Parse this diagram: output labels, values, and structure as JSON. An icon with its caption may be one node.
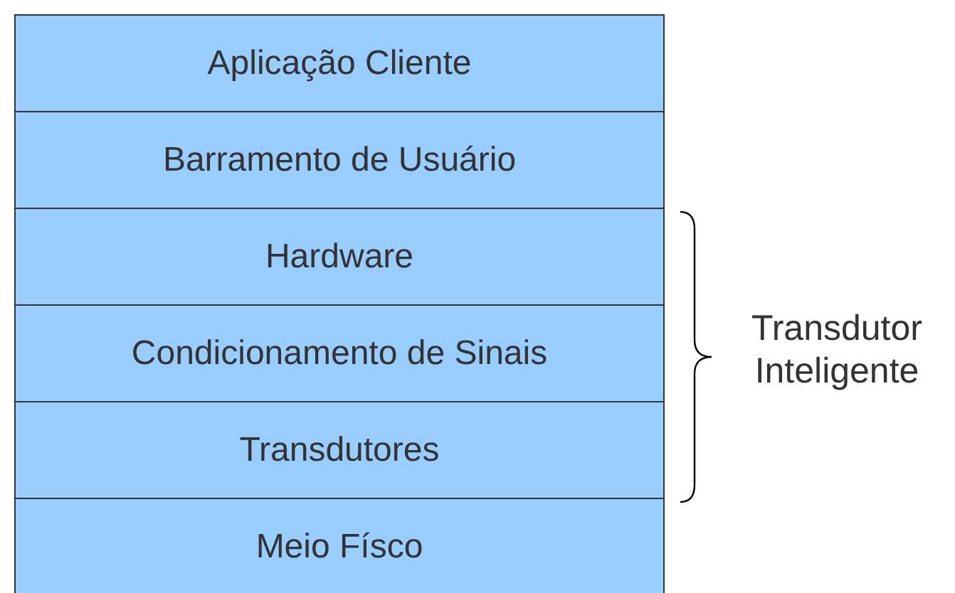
{
  "diagram": {
    "nodes": [
      {
        "text": [
          "Aplicação Cliente"
        ]
      },
      {
        "text": [
          "Barramento de Usuário"
        ]
      },
      {
        "text": [
          "Hardware"
        ]
      },
      {
        "text": [
          "Condicionamento de Sinais"
        ]
      },
      {
        "text": [
          "Transdutores"
        ]
      },
      {
        "text": [
          "Meio Físco"
        ]
      }
    ],
    "labels": [
      "Transdutor Inteligente"
    ]
  }
}
